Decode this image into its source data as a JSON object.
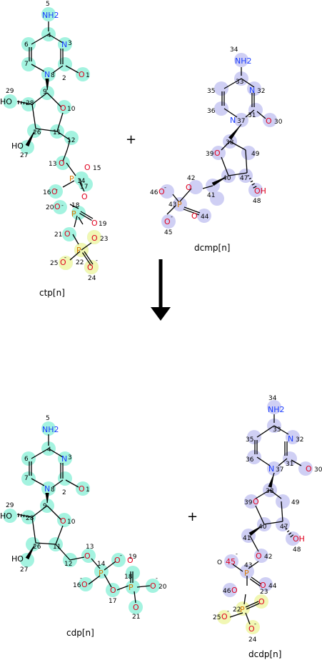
{
  "colors": {
    "teal": "#a4f3e0",
    "lavender": "#cfcff4",
    "yellow": "#f1f7b4",
    "oxygen": "#e0001e",
    "nitrogen": "#1a3cff",
    "phosphorus": "#d87800"
  },
  "operators": {
    "plus": "+"
  },
  "reactants": {
    "ctp": {
      "name": "ctp[n]",
      "atoms": [
        "5",
        "NH2",
        "4",
        "N",
        "3",
        "6",
        "7",
        "N",
        "8",
        "2",
        "O",
        "1",
        "29",
        "HO",
        "28",
        "9",
        "O",
        "10",
        "26",
        "11",
        "12",
        "HO",
        "27",
        "13",
        "O",
        "14",
        "P",
        "O",
        "15",
        "16",
        "O",
        "17",
        "O",
        "18",
        "20",
        "O",
        "P",
        "O",
        "19",
        "21",
        "O",
        "O",
        "23",
        "22",
        "P",
        "25",
        "O",
        "O",
        "24",
        "-",
        "-",
        "-",
        "-"
      ]
    },
    "dcmp": {
      "name": "dcmp[n]",
      "atoms": [
        "34",
        "NH2",
        "33",
        "35",
        "N",
        "32",
        "36",
        "N",
        "37",
        "31",
        "O",
        "30",
        "38",
        "O",
        "39",
        "49",
        "42",
        "40",
        "47",
        "46",
        "O",
        "43",
        "P",
        "O",
        "44",
        "O",
        "45",
        "41",
        "OH",
        "48",
        "-",
        "-"
      ]
    }
  },
  "products": {
    "cdp": {
      "name": "cdp[n]",
      "atoms": [
        "5",
        "NH2",
        "4",
        "N",
        "3",
        "6",
        "7",
        "N",
        "8",
        "2",
        "O",
        "1",
        "29",
        "HO",
        "28",
        "9",
        "O",
        "10",
        "26",
        "11",
        "HO",
        "27",
        "12",
        "13",
        "O",
        "14",
        "P",
        "O",
        "19",
        "18",
        "P",
        "O",
        "20",
        "16",
        "O",
        "17",
        "O",
        "O",
        "21",
        "-",
        "-",
        "-"
      ]
    },
    "dcdp": {
      "name": "dcdp[n]",
      "atoms": [
        "34",
        "NH2",
        "33",
        "35",
        "N",
        "32",
        "36",
        "N",
        "37",
        "31",
        "O",
        "30",
        "38",
        "O",
        "39",
        "49",
        "40",
        "47",
        "OH",
        "48",
        "41",
        "O",
        "42",
        "43",
        "P",
        "O",
        "45",
        "O",
        "44",
        "46",
        "O",
        "O",
        "23",
        "22",
        "P",
        "25",
        "O",
        "O",
        "24",
        "-",
        "-",
        "-"
      ]
    }
  }
}
